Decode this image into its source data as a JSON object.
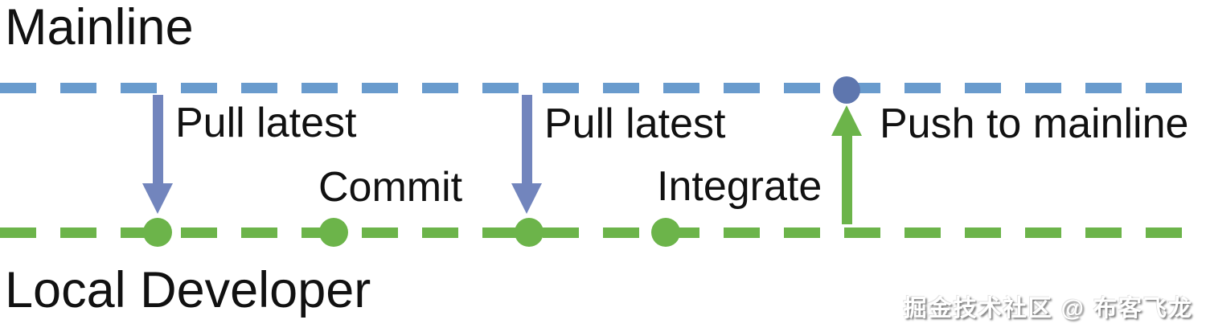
{
  "lanes": {
    "mainline": {
      "label": "Mainline"
    },
    "local": {
      "label": "Local Developer"
    }
  },
  "steps": {
    "pull1": {
      "label": "Pull latest"
    },
    "commit": {
      "label": "Commit"
    },
    "pull2": {
      "label": "Pull latest"
    },
    "integrate": {
      "label": "Integrate"
    },
    "push": {
      "label": "Push to mainline"
    }
  },
  "watermark": {
    "text": "掘金技术社区 @ 布客飞龙"
  },
  "colors": {
    "background": "#ffffff",
    "text": "#111111",
    "mainline_line": "#699bcd",
    "mainline_node": "#5e76ae",
    "pull_arrow": "#7285bd",
    "local_line": "#6cb44a",
    "local_node": "#6cb44a",
    "push_arrow": "#6cb44a"
  }
}
